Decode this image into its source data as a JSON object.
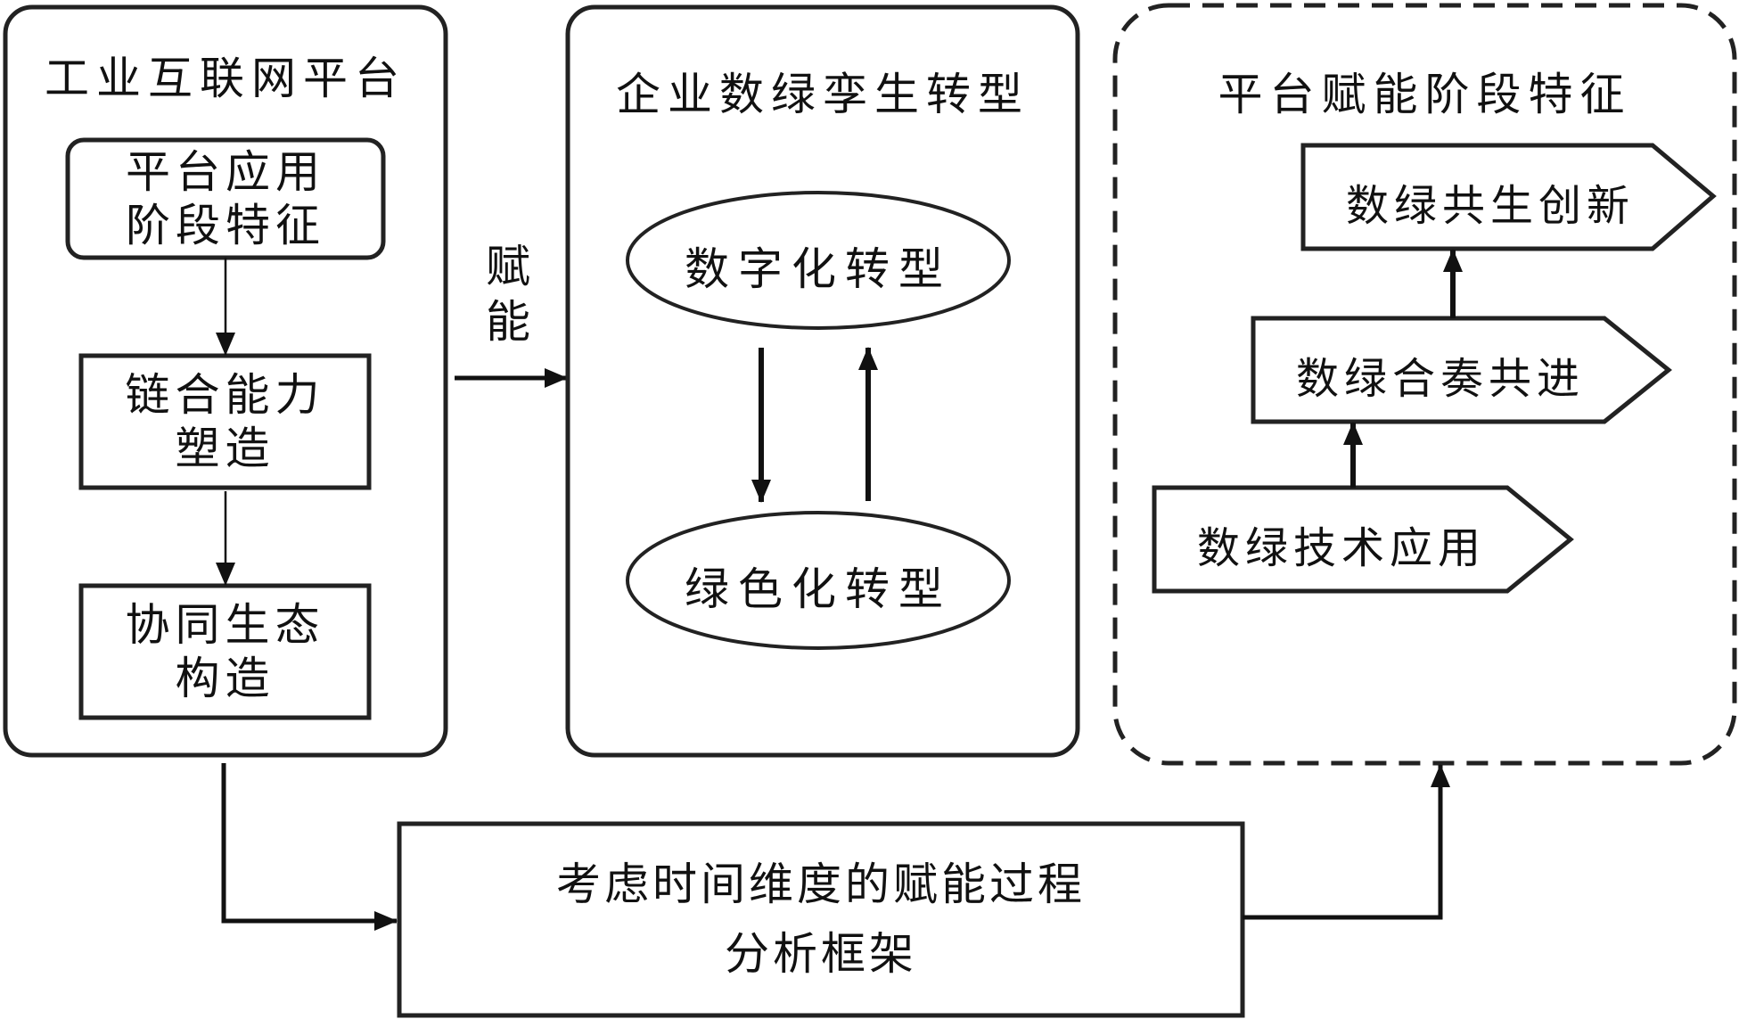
{
  "panels": {
    "platform": {
      "title": "工业互联网平台",
      "boxes": [
        {
          "line1": "平台应用",
          "line2": "阶段特征"
        },
        {
          "line1": "链合能力",
          "line2": "塑造"
        },
        {
          "line1": "协同生态",
          "line2": "构造"
        }
      ]
    },
    "enterprise": {
      "title": "企业数绿孪生转型",
      "nodes": [
        "数字化转型",
        "绿色化转型"
      ]
    },
    "stages": {
      "title": "平台赋能阶段特征",
      "steps": [
        "数绿共生创新",
        "数绿合奏共进",
        "数绿技术应用"
      ]
    }
  },
  "edge_label": {
    "line1": "赋",
    "line2": "能"
  },
  "framework": {
    "line1": "考虑时间维度的赋能过程",
    "line2": "分析框架"
  }
}
